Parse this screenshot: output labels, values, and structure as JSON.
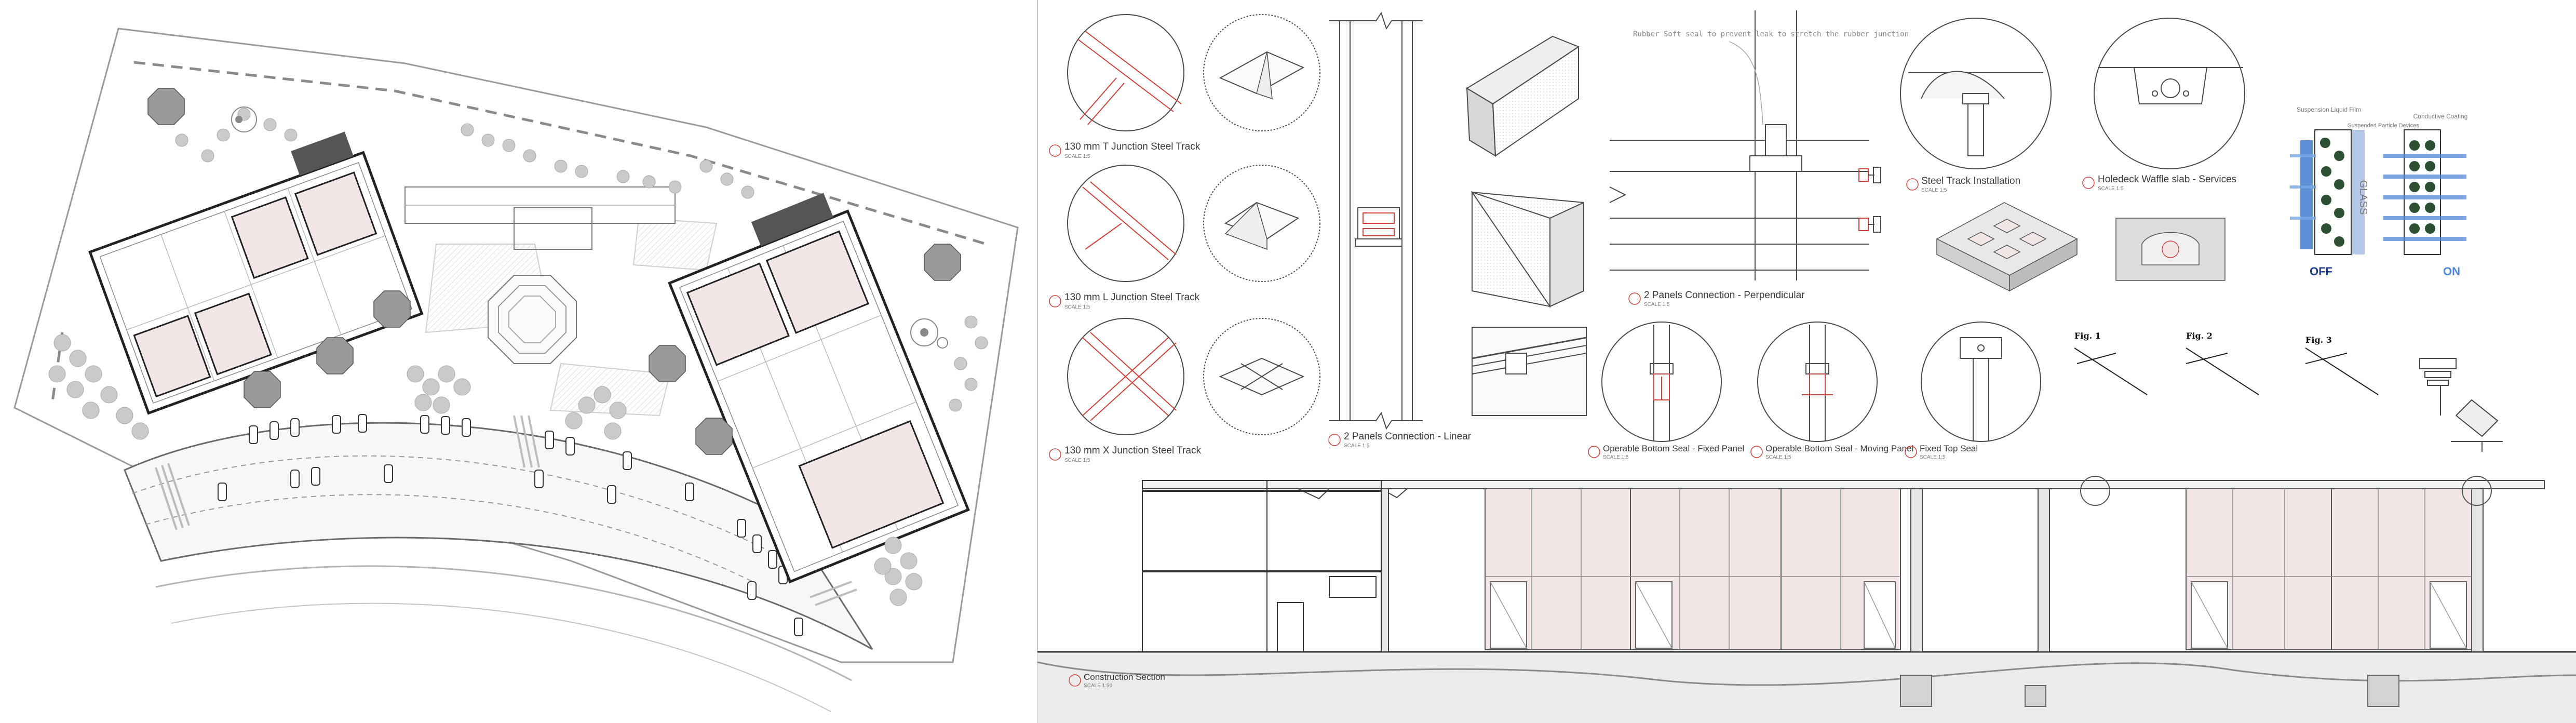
{
  "colors": {
    "line": "#4a4a4a",
    "light_line": "#b9b9b9",
    "pink_fill": "#f3e6e6",
    "red_accent": "#d0413c",
    "tree": "#c9c9c9",
    "glass_blue": "#5b8fd6",
    "dark_green": "#2d4f32",
    "off_blue": "#1f3f8a",
    "on_blue": "#4f86d8"
  },
  "details": {
    "t_junction": {
      "title": "130 mm T Junction Steel Track",
      "scale": "SCALE 1:5"
    },
    "l_junction": {
      "title": "130 mm L Junction Steel Track",
      "scale": "SCALE 1:5"
    },
    "x_junction": {
      "title": "130 mm X Junction Steel Track",
      "scale": "SCALE 1:5"
    },
    "linear": {
      "title": "2 Panels Connection - Linear",
      "scale": "SCALE 1:5"
    },
    "perpendicular": {
      "title": "2 Panels Connection - Perpendicular",
      "scale": "SCALE 1:5"
    },
    "perp_note": "Rubber Soft seal to prevent leak to stretch the rubber junction",
    "steel_track": {
      "title": "Steel Track Installation",
      "scale": "SCALE 1:5"
    },
    "hollowdeck": {
      "title": "Holedeck Waffle slab - Services",
      "scale": "SCALE 1:5"
    },
    "bottom_seal_fixed": {
      "title": "Operable Bottom Seal - Fixed Panel",
      "scale": "SCALE 1:5"
    },
    "bottom_seal_moving": {
      "title": "Operable Bottom Seal - Moving Panel",
      "scale": "SCALE 1:5"
    },
    "fixed_top_seal": {
      "title": "Fixed Top Seal",
      "scale": "SCALE 1:5"
    },
    "construction_section": {
      "title": "Construction Section",
      "scale": "SCALE 1:50"
    }
  },
  "smart_glass": {
    "label_left": "Suspension Liquid Film",
    "label_mid": "Suspended Particle Devices",
    "label_right": "Conductive Coating",
    "glass_word": "GLASS",
    "off": "OFF",
    "on": "ON"
  },
  "figures": [
    "Fig. 1",
    "Fig. 2",
    "Fig. 3"
  ]
}
